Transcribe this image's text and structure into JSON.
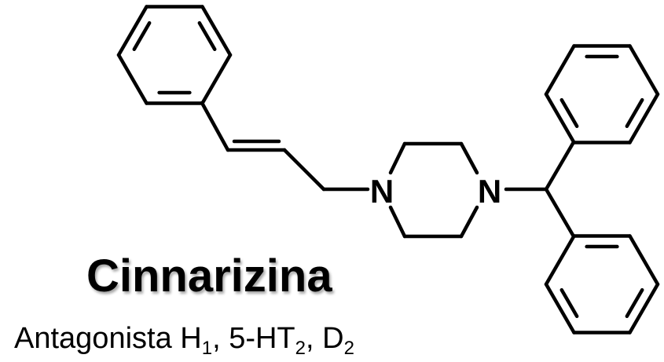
{
  "molecule": {
    "name": "Cinnarizina",
    "atoms": {
      "n_left": "N",
      "n_right": "N"
    },
    "activity": {
      "prefix": "Antagonista ",
      "t1": "H",
      "s1": "1",
      "sep1": ", ",
      "t2": "5-HT",
      "s2": "2",
      "sep2": ", ",
      "t3": "D",
      "s3": "2"
    }
  },
  "colors": {
    "ink": "#000000",
    "background": "#ffffff"
  }
}
